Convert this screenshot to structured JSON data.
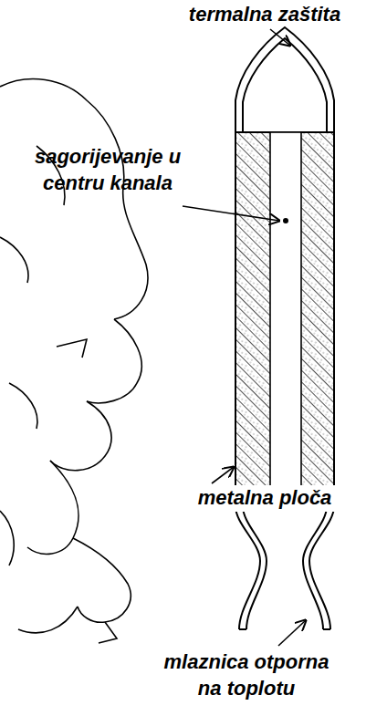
{
  "diagram": {
    "labels": [
      "termalna zaštita",
      "sagorijevanje u centru kanala",
      "metalna ploča",
      "mlaznica otporna na toplotu"
    ]
  }
}
